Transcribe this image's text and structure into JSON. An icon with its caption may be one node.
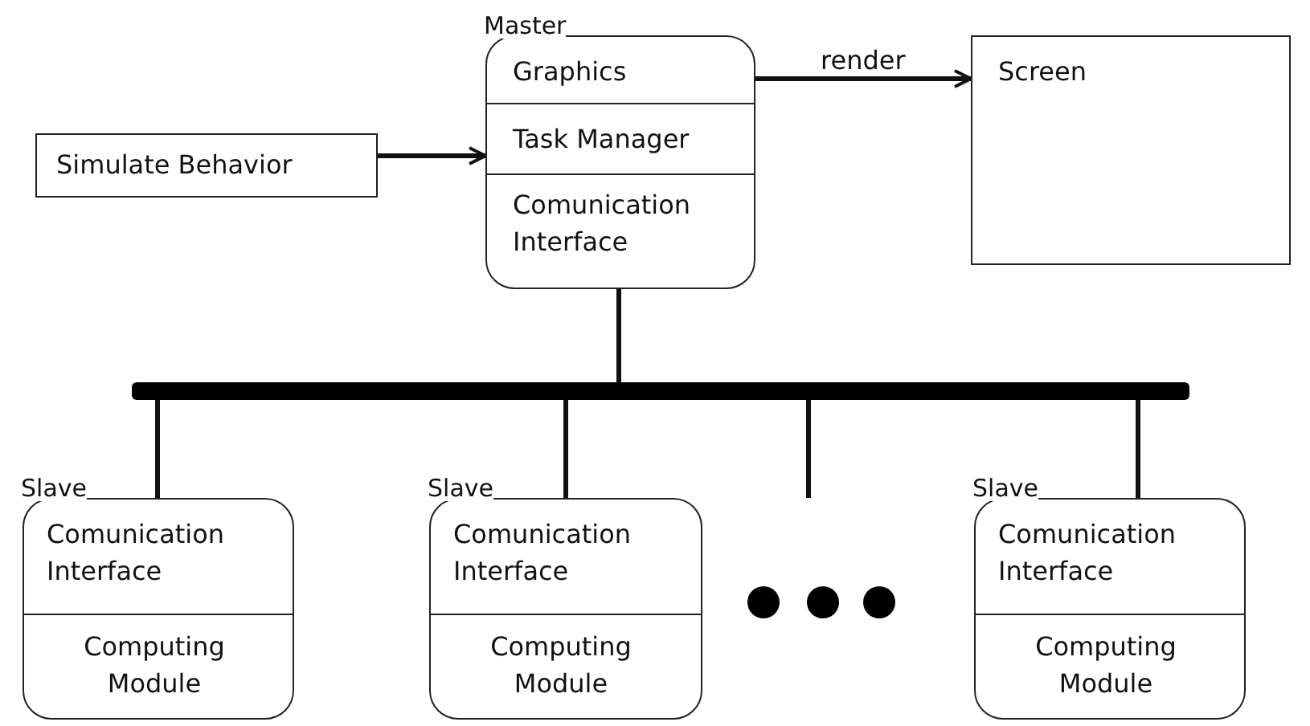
{
  "diagram": {
    "nodes": [
      {
        "text": [
          "Master",
          "Graphics",
          "Task Manager",
          "Comunication Interface"
        ]
      },
      {
        "text": [
          "Simulate Behavior"
        ]
      },
      {
        "text": [
          "Screen"
        ]
      },
      {
        "text": [],
        "shape": "bar"
      },
      {
        "text": [
          "Slave",
          "Comunication Interface",
          "Computing Module"
        ]
      },
      {
        "text": [
          "Slave",
          "Comunication Interface",
          "Computing Module"
        ]
      },
      {
        "text": [
          "Slave",
          "Comunication Interface",
          "Computing Module"
        ]
      }
    ],
    "edges": [
      {
        "from": 1,
        "to": 0,
        "arrow": "to"
      },
      {
        "from": 0,
        "to": 2,
        "arrow": "to",
        "label": "render"
      },
      {
        "from": 0,
        "to": 3,
        "arrow": "none"
      },
      {
        "from": 3,
        "to": 4,
        "arrow": "none"
      },
      {
        "from": 3,
        "to": 5,
        "arrow": "none"
      },
      {
        "from": 3,
        "to": null,
        "arrow": "none"
      },
      {
        "from": 3,
        "to": 6,
        "arrow": "none"
      }
    ]
  }
}
